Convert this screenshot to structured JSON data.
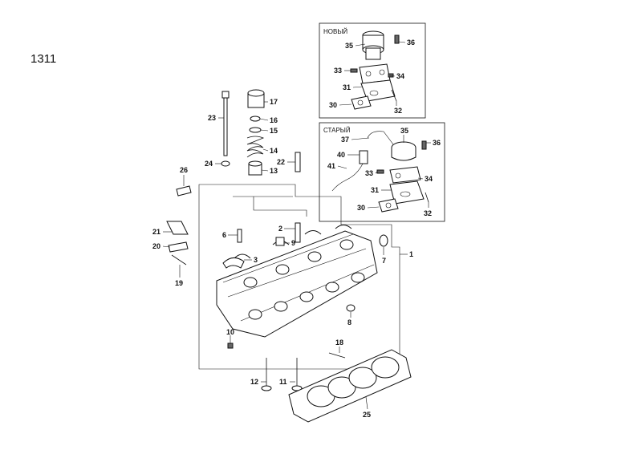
{
  "page_number": "1311",
  "new_box": {
    "label": "НОВЫЙ",
    "callouts": [
      "35",
      "36",
      "33",
      "34",
      "31",
      "30",
      "32"
    ]
  },
  "old_box": {
    "label": "СТАРЫЙ",
    "callouts": [
      "35",
      "37",
      "36",
      "40",
      "41",
      "33",
      "34",
      "31",
      "30",
      "32"
    ]
  },
  "callouts": [
    "23",
    "17",
    "16",
    "15",
    "14",
    "24",
    "13",
    "22",
    "26",
    "2",
    "6",
    "21",
    "9",
    "20",
    "3",
    "7",
    "1",
    "19",
    "8",
    "10",
    "18",
    "12",
    "11",
    "25"
  ]
}
